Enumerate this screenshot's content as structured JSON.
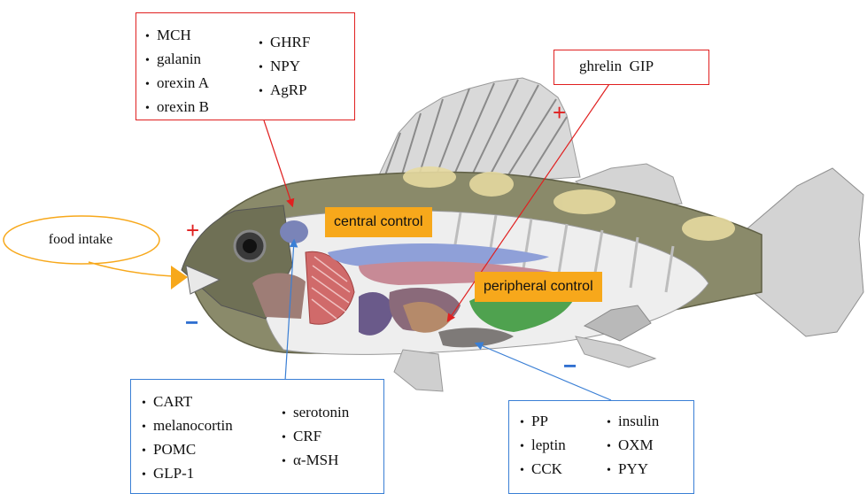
{
  "food_intake": {
    "label": "food intake"
  },
  "central_control": {
    "label": "central control"
  },
  "peripheral_control": {
    "label": "peripheral control"
  },
  "ghrelin_box": {
    "label": "ghrelin  GIP"
  },
  "orexigenic_box": {
    "col1": [
      "MCH",
      "galanin",
      "orexin A",
      "orexin B"
    ],
    "col2": [
      "GHRF",
      "NPY",
      "AgRP"
    ]
  },
  "central_anorexigenic_box": {
    "col1": [
      "CART",
      "melanocortin",
      "POMC",
      "GLP-1"
    ],
    "col2": [
      "serotonin",
      "CRF",
      "α-MSH"
    ]
  },
  "peripheral_anorexigenic_box": {
    "col1": [
      "PP",
      "leptin",
      "CCK"
    ],
    "col2": [
      "insulin",
      "OXM",
      "PYY"
    ]
  },
  "signs": {
    "plus": "+",
    "minus": "−"
  },
  "bullet": "•",
  "colors": {
    "stimulatory": "#e02020",
    "inhibitory": "#3a7fd5",
    "highlight": "#f7a81b"
  }
}
